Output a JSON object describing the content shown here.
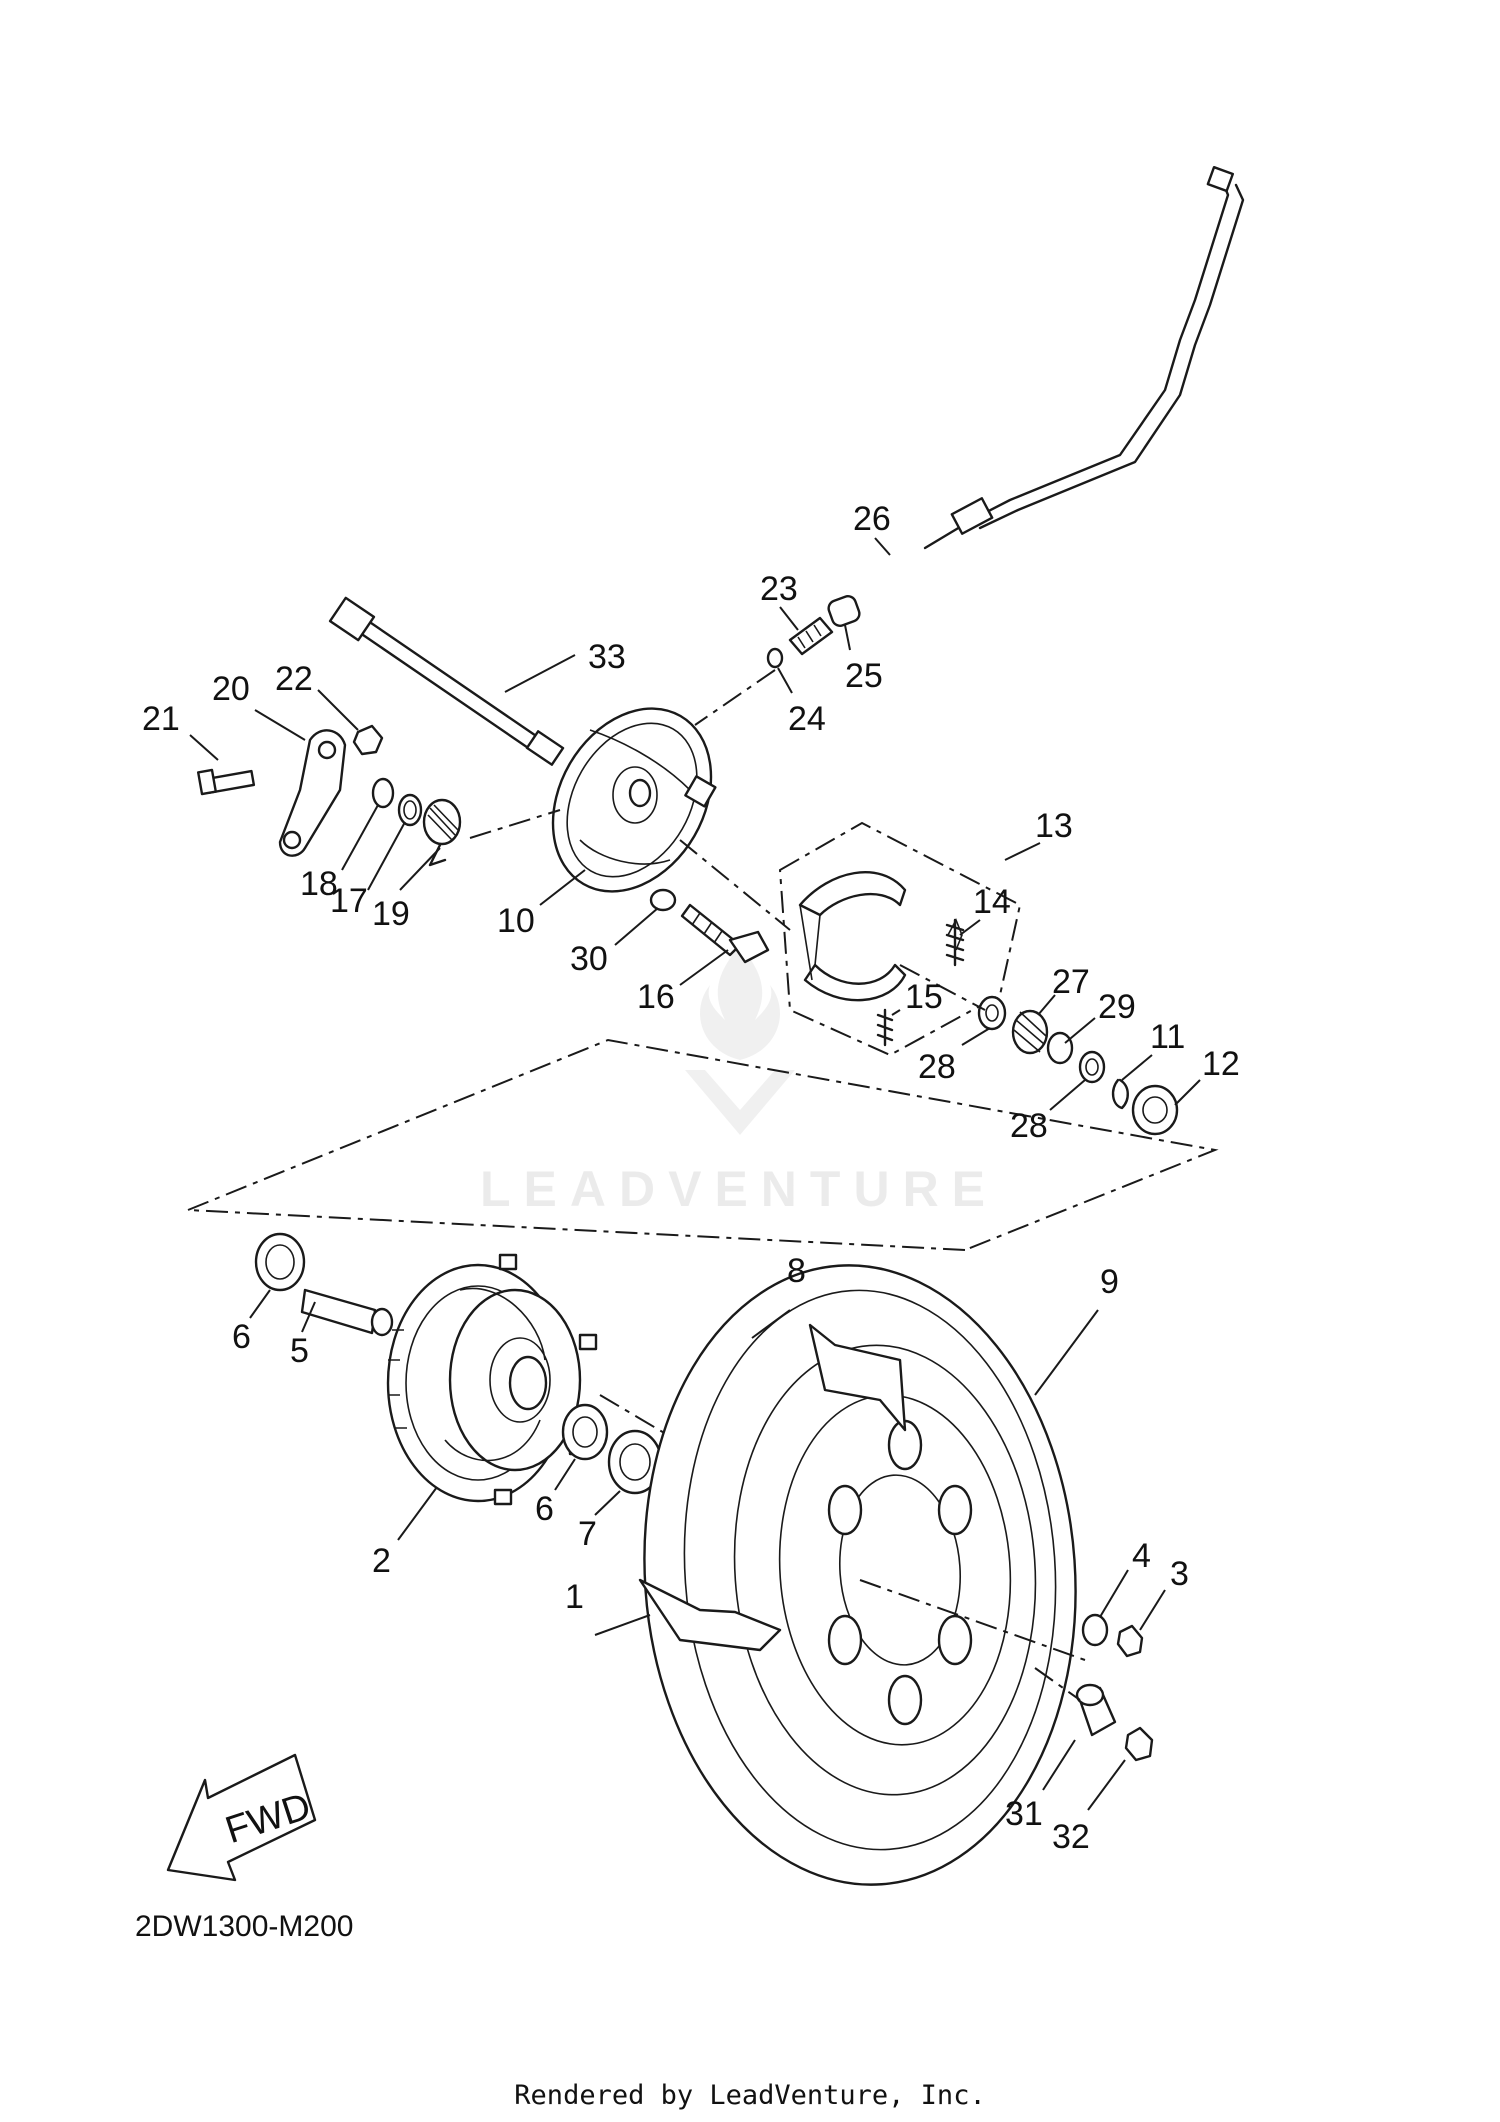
{
  "callouts": [
    {
      "n": "1"
    },
    {
      "n": "2"
    },
    {
      "n": "3"
    },
    {
      "n": "4"
    },
    {
      "n": "5"
    },
    {
      "n": "6"
    },
    {
      "n": "6"
    },
    {
      "n": "7"
    },
    {
      "n": "8"
    },
    {
      "n": "9"
    },
    {
      "n": "10"
    },
    {
      "n": "11"
    },
    {
      "n": "12"
    },
    {
      "n": "13"
    },
    {
      "n": "14"
    },
    {
      "n": "15"
    },
    {
      "n": "16"
    },
    {
      "n": "17"
    },
    {
      "n": "18"
    },
    {
      "n": "19"
    },
    {
      "n": "20"
    },
    {
      "n": "21"
    },
    {
      "n": "22"
    },
    {
      "n": "23"
    },
    {
      "n": "24"
    },
    {
      "n": "25"
    },
    {
      "n": "26"
    },
    {
      "n": "27"
    },
    {
      "n": "28"
    },
    {
      "n": "28"
    },
    {
      "n": "29"
    },
    {
      "n": "30"
    },
    {
      "n": "31"
    },
    {
      "n": "32"
    },
    {
      "n": "33"
    }
  ],
  "fwd_label": "FWD",
  "diagram_code": "2DW1300-M200",
  "watermark": "LEADVENTURE",
  "footer": "Rendered by LeadVenture, Inc."
}
